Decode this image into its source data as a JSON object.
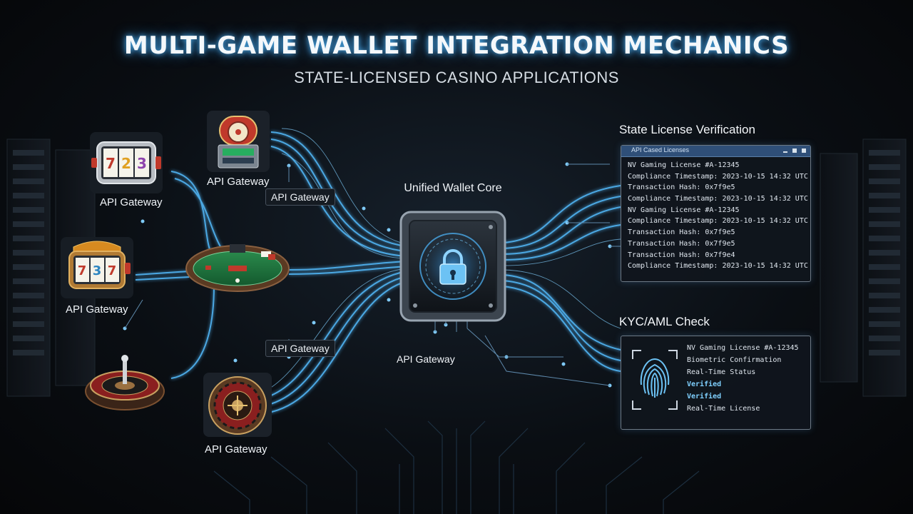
{
  "header": {
    "title": "MULTI-GAME WALLET INTEGRATION MECHANICS",
    "subtitle": "STATE-LICENSED CASINO APPLICATIONS"
  },
  "games": {
    "slot_top": {
      "icon": "slot-machine-icon",
      "reels": [
        "7",
        "2",
        "3"
      ],
      "label": "API Gateway"
    },
    "slot_mid": {
      "icon": "slot-machine-icon",
      "reels": [
        "7",
        "3",
        "7"
      ],
      "label": "API Gateway"
    },
    "cabinet": {
      "icon": "slot-cabinet-icon",
      "label": "API Gateway"
    },
    "roulette_bottom": {
      "icon": "roulette-wheel-icon",
      "label": "API Gateway"
    },
    "roulette_left": {
      "icon": "roulette-wheel-icon"
    },
    "poker_table": {
      "icon": "poker-table-icon"
    }
  },
  "connectors": {
    "upper_chip": "API Gateway",
    "lower_chip": "API Gateway",
    "core_gateway": "API Gateway"
  },
  "core": {
    "label": "Unified Wallet Core",
    "icon": "padlock-icon"
  },
  "license_panel": {
    "section_title": "State License Verification",
    "window_title": "API Cased Licenses",
    "lines": [
      "NV Gaming License #A-12345",
      "Compliance Timestamp: 2023-10-15 14:32 UTC",
      "Transaction Hash: 0x7f9e5",
      "Compliance Timestamp: 2023-10-15 14:32 UTC",
      "NV Gaming License #A-12345",
      "Compliance Timestamp: 2023-10-15 14:32 UTC",
      "Transaction Hash: 0x7f9e5",
      "Transaction Hash: 0x7f9e5",
      "Transaction Hash: 0x7f9e4",
      "Compliance Timestamp: 2023-10-15 14:32 UTC"
    ]
  },
  "kyc_panel": {
    "section_title": "KYC/AML Check",
    "icon": "fingerprint-icon",
    "lines": [
      {
        "text": "NV Gaming License #A-12345",
        "highlight": false
      },
      {
        "text": "Biometric Confirmation",
        "highlight": false
      },
      {
        "text": "Real-Time Status",
        "highlight": false
      },
      {
        "text": "Verified",
        "highlight": true
      },
      {
        "text": "Verified",
        "highlight": true
      },
      {
        "text": "Real-Time License",
        "highlight": false
      }
    ]
  },
  "colors": {
    "accent": "#5ab8f0",
    "glow": "#2a78b8",
    "panel_header": "#2f4f78"
  }
}
